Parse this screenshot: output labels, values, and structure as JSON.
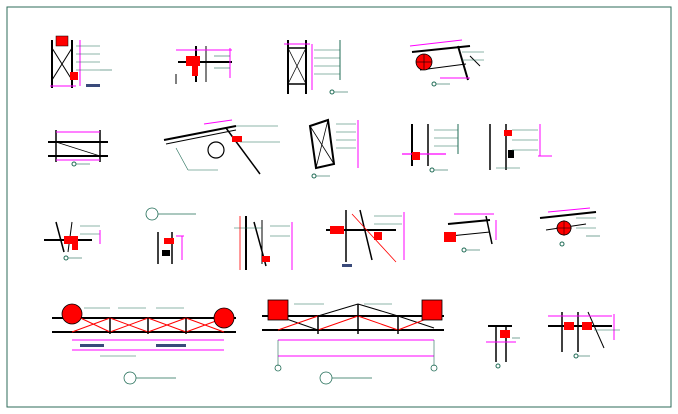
{
  "drawing": {
    "colors": {
      "background": "#ffffff",
      "frame": "#2e6b5a",
      "steel": "#000000",
      "dimension": "#ff00ff",
      "section_fill": "#ff0000",
      "leader": "#1f6b55",
      "note_bar": "#3a4a7a"
    },
    "rows": [
      {
        "row": 1,
        "details": [
          "detail-a1",
          "detail-a2",
          "detail-a3",
          "detail-a4"
        ]
      },
      {
        "row": 2,
        "details": [
          "detail-b1",
          "detail-b2",
          "detail-b3",
          "detail-b4",
          "detail-b5"
        ]
      },
      {
        "row": 3,
        "details": [
          "detail-c1",
          "detail-c2",
          "detail-c3",
          "detail-c4",
          "detail-c5",
          "detail-c6"
        ]
      },
      {
        "row": 4,
        "details": [
          "truss-elevation-1",
          "truss-elevation-2",
          "detail-d3",
          "detail-d4"
        ]
      }
    ]
  }
}
